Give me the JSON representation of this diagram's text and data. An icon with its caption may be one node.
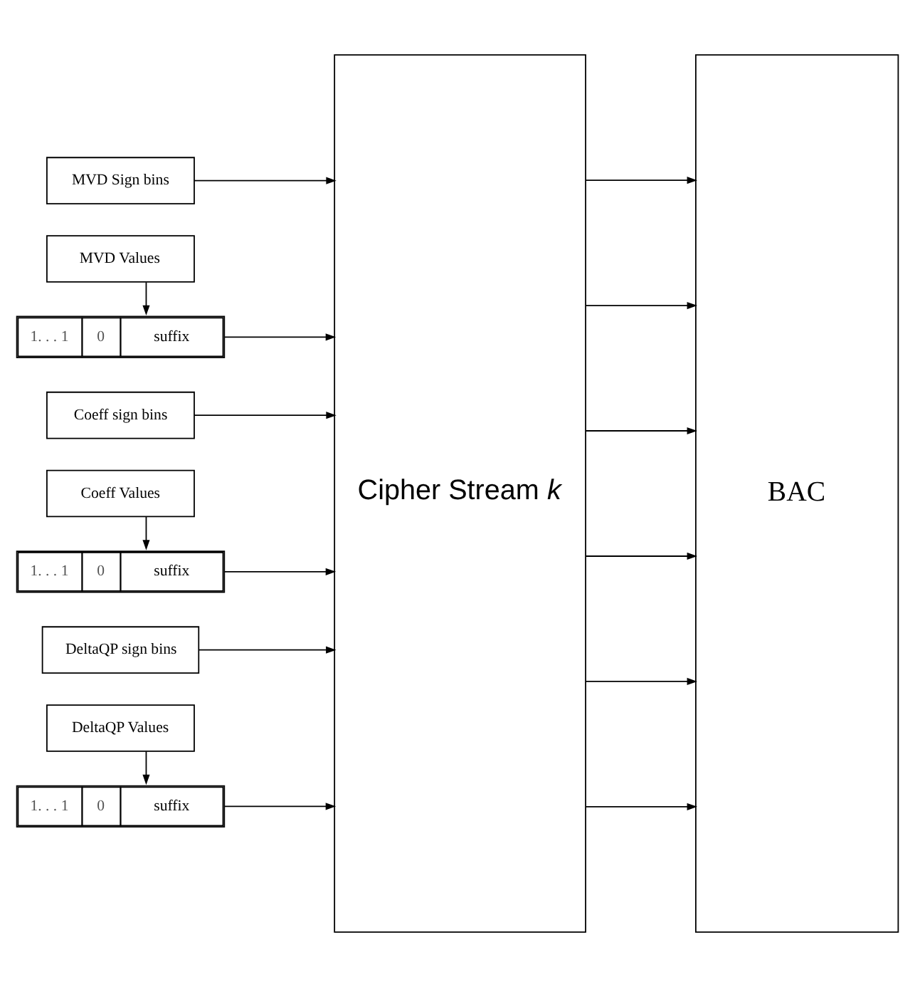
{
  "diagram": {
    "nodes": [
      {
        "text": [
          "MVD Sign bins"
        ]
      },
      {
        "text": [
          "MVD Values"
        ]
      },
      {
        "text": [
          "1. . . 1",
          "0",
          "suffix"
        ]
      },
      {
        "text": [
          "Coeff sign bins"
        ]
      },
      {
        "text": [
          "Coeff Values"
        ]
      },
      {
        "text": [
          "1. . . 1",
          "0",
          "suffix"
        ]
      },
      {
        "text": [
          "DeltaQP sign bins"
        ]
      },
      {
        "text": [
          "DeltaQP Values"
        ]
      },
      {
        "text": [
          "1. . . 1",
          "0",
          "suffix"
        ]
      },
      {
        "text": [
          "Cipher Stream *k*"
        ]
      },
      {
        "text": [
          "BAC"
        ]
      }
    ],
    "edges": [
      {
        "from": 0,
        "to": 9,
        "arrow": "to"
      },
      {
        "from": 1,
        "to": 2,
        "arrow": "to"
      },
      {
        "from": 2,
        "to": 9,
        "arrow": "to"
      },
      {
        "from": 3,
        "to": 9,
        "arrow": "to"
      },
      {
        "from": 4,
        "to": 5,
        "arrow": "to"
      },
      {
        "from": 5,
        "to": 9,
        "arrow": "to"
      },
      {
        "from": 6,
        "to": 9,
        "arrow": "to"
      },
      {
        "from": 7,
        "to": 8,
        "arrow": "to"
      },
      {
        "from": 8,
        "to": 9,
        "arrow": "to"
      },
      {
        "from": 9,
        "to": 10,
        "arrow": "to"
      },
      {
        "from": 9,
        "to": 10,
        "arrow": "to"
      },
      {
        "from": 9,
        "to": 10,
        "arrow": "to"
      },
      {
        "from": 9,
        "to": 10,
        "arrow": "to"
      },
      {
        "from": 9,
        "to": 10,
        "arrow": "to"
      },
      {
        "from": 9,
        "to": 10,
        "arrow": "to"
      }
    ]
  }
}
